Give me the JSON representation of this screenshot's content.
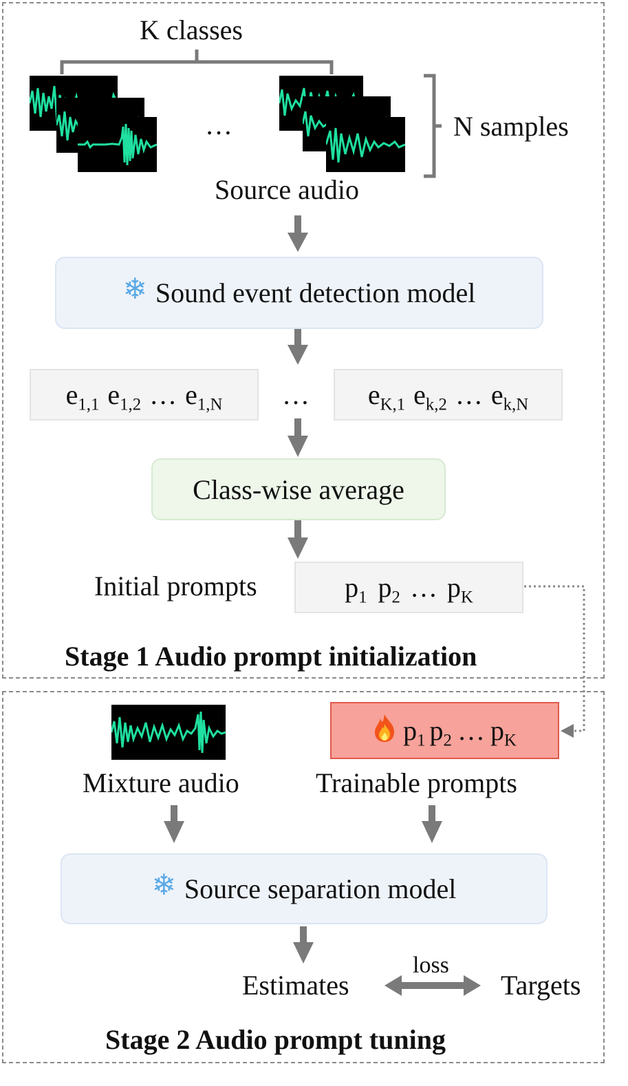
{
  "stage1": {
    "title": "Stage 1 Audio prompt initialization",
    "k_classes": "K classes",
    "n_samples": "N samples",
    "source_audio": "Source audio",
    "ellipsis": "…",
    "sed_model": "Sound event detection model",
    "embeddings_left": {
      "base": "e",
      "items": [
        "1,1",
        "1,2",
        "1,N"
      ]
    },
    "embeddings_right": {
      "base": "e",
      "items": [
        "K,1",
        "k,2",
        "k,N"
      ]
    },
    "classwise_average": "Class-wise average",
    "initial_prompts_label": "Initial prompts",
    "prompts": {
      "base": "p",
      "items": [
        "1",
        "2",
        "K"
      ]
    }
  },
  "stage2": {
    "title": "Stage 2 Audio prompt tuning",
    "mixture_audio": "Mixture audio",
    "trainable_prompts": "Trainable prompts",
    "separation_model": "Source separation model",
    "estimates": "Estimates",
    "targets": "Targets",
    "loss": "loss"
  },
  "icons": [
    "snowflake-icon",
    "fire-icon",
    "waveform-icon",
    "arrow-down-icon"
  ],
  "colors": {
    "waveform": "#1fe0a0",
    "arrow": "#7a7a7a",
    "model_fill": "#eef3fa",
    "average_fill": "#eef7ea",
    "trainable_fill": "#f7a29a"
  }
}
